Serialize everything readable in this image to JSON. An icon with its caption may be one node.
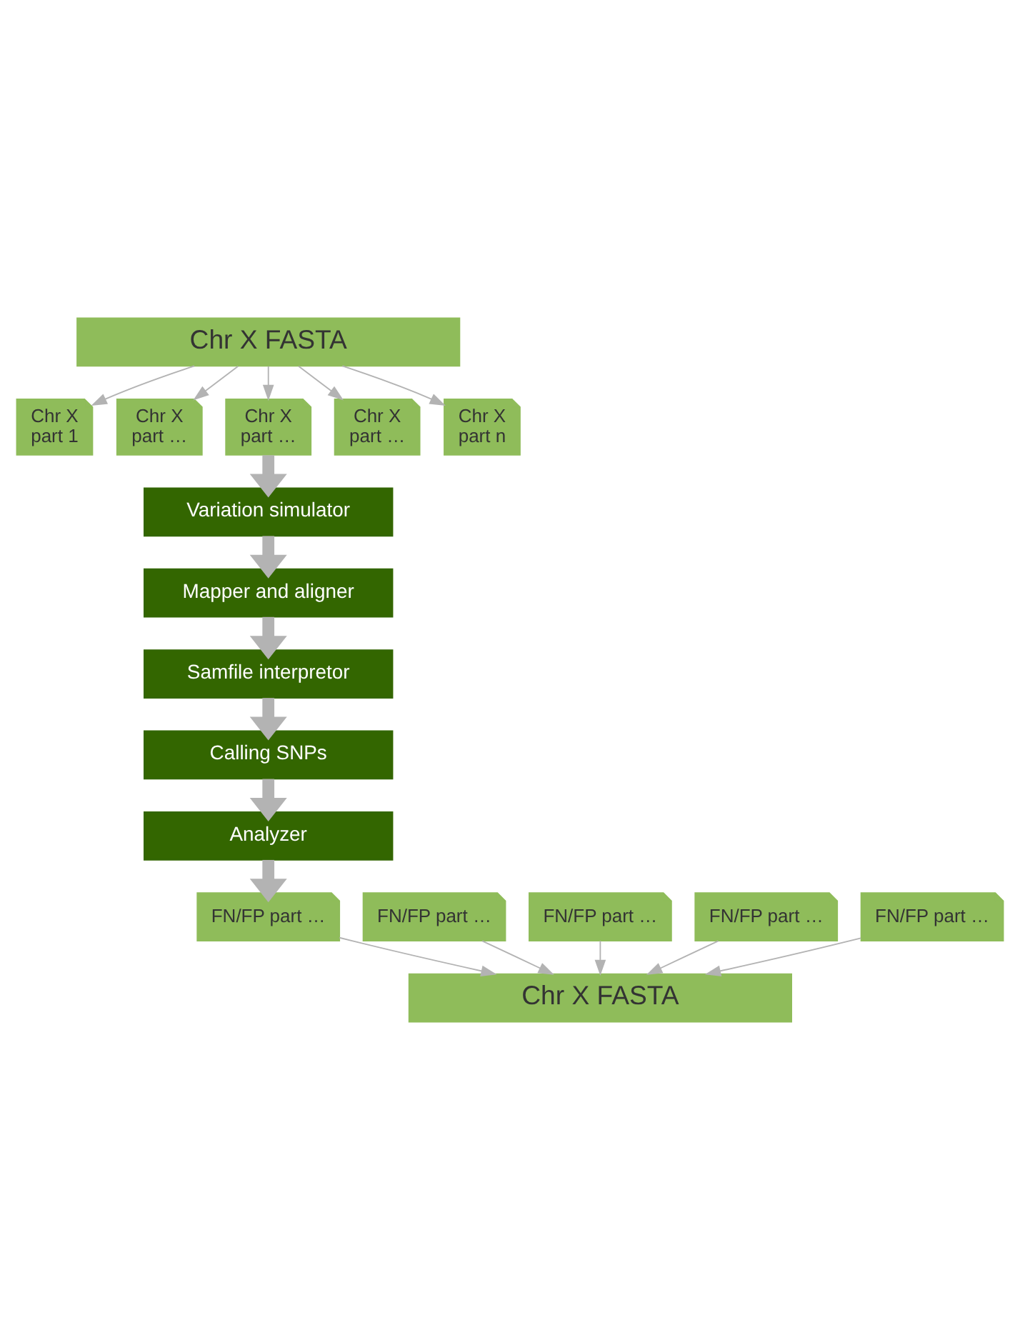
{
  "diagram": {
    "nodes": [
      {
        "text": [
          "Chr X FASTA"
        ]
      },
      {
        "text": [
          "Chr X",
          "part 1"
        ]
      },
      {
        "text": [
          "Chr X",
          "part …"
        ]
      },
      {
        "text": [
          "Chr X",
          "part …"
        ]
      },
      {
        "text": [
          "Chr X",
          "part …"
        ]
      },
      {
        "text": [
          "Chr X",
          "part n"
        ]
      },
      {
        "text": [
          "Variation simulator"
        ]
      },
      {
        "text": [
          "Mapper and aligner"
        ]
      },
      {
        "text": [
          "Samfile interpretor"
        ]
      },
      {
        "text": [
          "Calling SNPs"
        ]
      },
      {
        "text": [
          "Analyzer"
        ]
      },
      {
        "text": [
          "FN/FP part …"
        ]
      },
      {
        "text": [
          "FN/FP part …"
        ]
      },
      {
        "text": [
          "FN/FP part …"
        ]
      },
      {
        "text": [
          "FN/FP part …"
        ]
      },
      {
        "text": [
          "FN/FP part …"
        ]
      },
      {
        "text": [
          "Chr X FASTA"
        ]
      }
    ],
    "edges": [
      {
        "from": 0,
        "to": 1,
        "arrow": "to"
      },
      {
        "from": 0,
        "to": 2,
        "arrow": "to"
      },
      {
        "from": 0,
        "to": 3,
        "arrow": "to"
      },
      {
        "from": 0,
        "to": 4,
        "arrow": "to"
      },
      {
        "from": 0,
        "to": 5,
        "arrow": "to"
      },
      {
        "from": 3,
        "to": 6,
        "arrow": "to",
        "style": "thick"
      },
      {
        "from": 6,
        "to": 7,
        "arrow": "to",
        "style": "thick"
      },
      {
        "from": 7,
        "to": 8,
        "arrow": "to",
        "style": "thick"
      },
      {
        "from": 8,
        "to": 9,
        "arrow": "to",
        "style": "thick"
      },
      {
        "from": 9,
        "to": 10,
        "arrow": "to",
        "style": "thick"
      },
      {
        "from": 10,
        "to": 13,
        "arrow": "to",
        "style": "thick"
      },
      {
        "from": 11,
        "to": 16,
        "arrow": "to"
      },
      {
        "from": 12,
        "to": 16,
        "arrow": "to"
      },
      {
        "from": 13,
        "to": 16,
        "arrow": "to"
      },
      {
        "from": 14,
        "to": 16,
        "arrow": "to"
      },
      {
        "from": 15,
        "to": 16,
        "arrow": "to"
      }
    ]
  }
}
